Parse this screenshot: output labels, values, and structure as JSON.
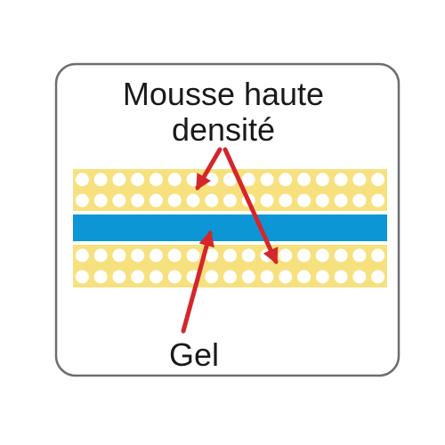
{
  "labels": {
    "foam_line1": "Mousse haute",
    "foam_line2": "densité",
    "gel": "Gel"
  },
  "colors": {
    "frame_border": "#6d6e71",
    "frame_fill": "#ffffff",
    "foam": "#f7e17f",
    "foam_holes": "#ffffff",
    "gel": "#0c96d6",
    "arrow": "#d4262b",
    "text": "#1a1a1a"
  },
  "foam_layers": {
    "rows_per_layer": 2,
    "holes_per_row": 17
  }
}
